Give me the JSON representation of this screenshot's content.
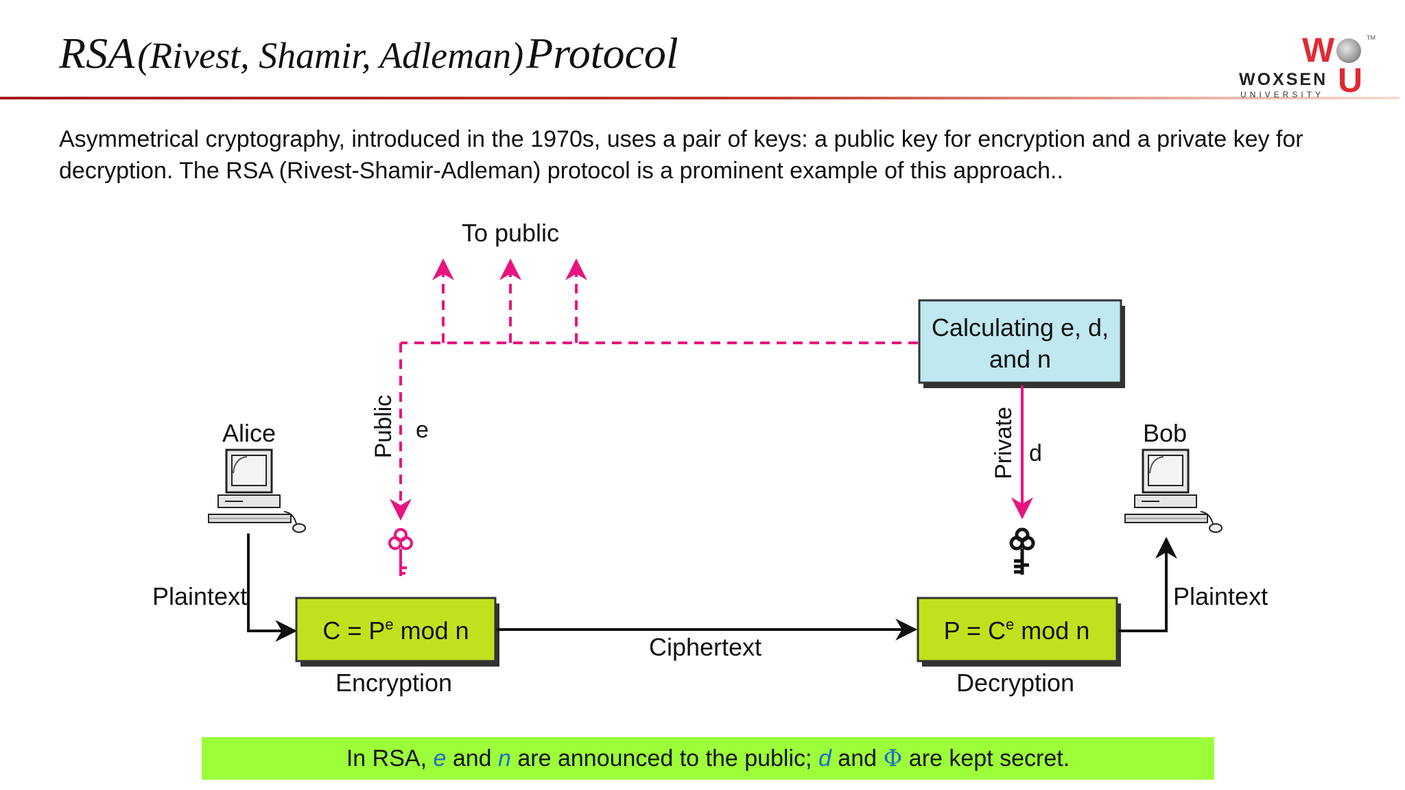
{
  "slide": {
    "title_main": "RSA",
    "title_paren": "(Rivest, Shamir, Adleman)",
    "title_end": "Protocol",
    "logo": {
      "name": "WOXSEN",
      "sub": "UNIVERSITY",
      "letter_w": "W",
      "letter_u": "U",
      "tm": "TM"
    },
    "intro": "Asymmetrical cryptography, introduced in the 1970s, uses a pair of keys: a public key for encryption and a private key for decryption. The RSA (Rivest-Shamir-Adleman) protocol is a prominent example of this approach.."
  },
  "diagram": {
    "to_public": "To public",
    "calc_line1": "Calculating e, d,",
    "calc_line2": "and n",
    "public_label": "Public",
    "e_label": "e",
    "private_label": "Private",
    "d_label": "d",
    "alice": "Alice",
    "bob": "Bob",
    "plaintext_left": "Plaintext",
    "plaintext_right": "Plaintext",
    "ciphertext": "Ciphertext",
    "enc_formula_pre": "C = P",
    "enc_formula_sup": "e",
    "enc_formula_post": " mod n",
    "dec_formula_pre": "P = C",
    "dec_formula_sup": "e",
    "dec_formula_post": " mod n",
    "encryption": "Encryption",
    "decryption": "Decryption"
  },
  "note": {
    "p1": "In RSA, ",
    "e": "e",
    "p2": " and ",
    "n": "n",
    "p3": " are announced to the public; ",
    "d": "d",
    "p4": " and ",
    "phi": "Φ",
    "p5": " are kept secret."
  },
  "colors": {
    "accent": "#e8147e",
    "box_green": "#c3e01e",
    "box_blue": "#bfe8ef",
    "note_bg": "#9cff3a",
    "var_blue": "#1a6fc4",
    "title_rule": "#a41a1a"
  }
}
